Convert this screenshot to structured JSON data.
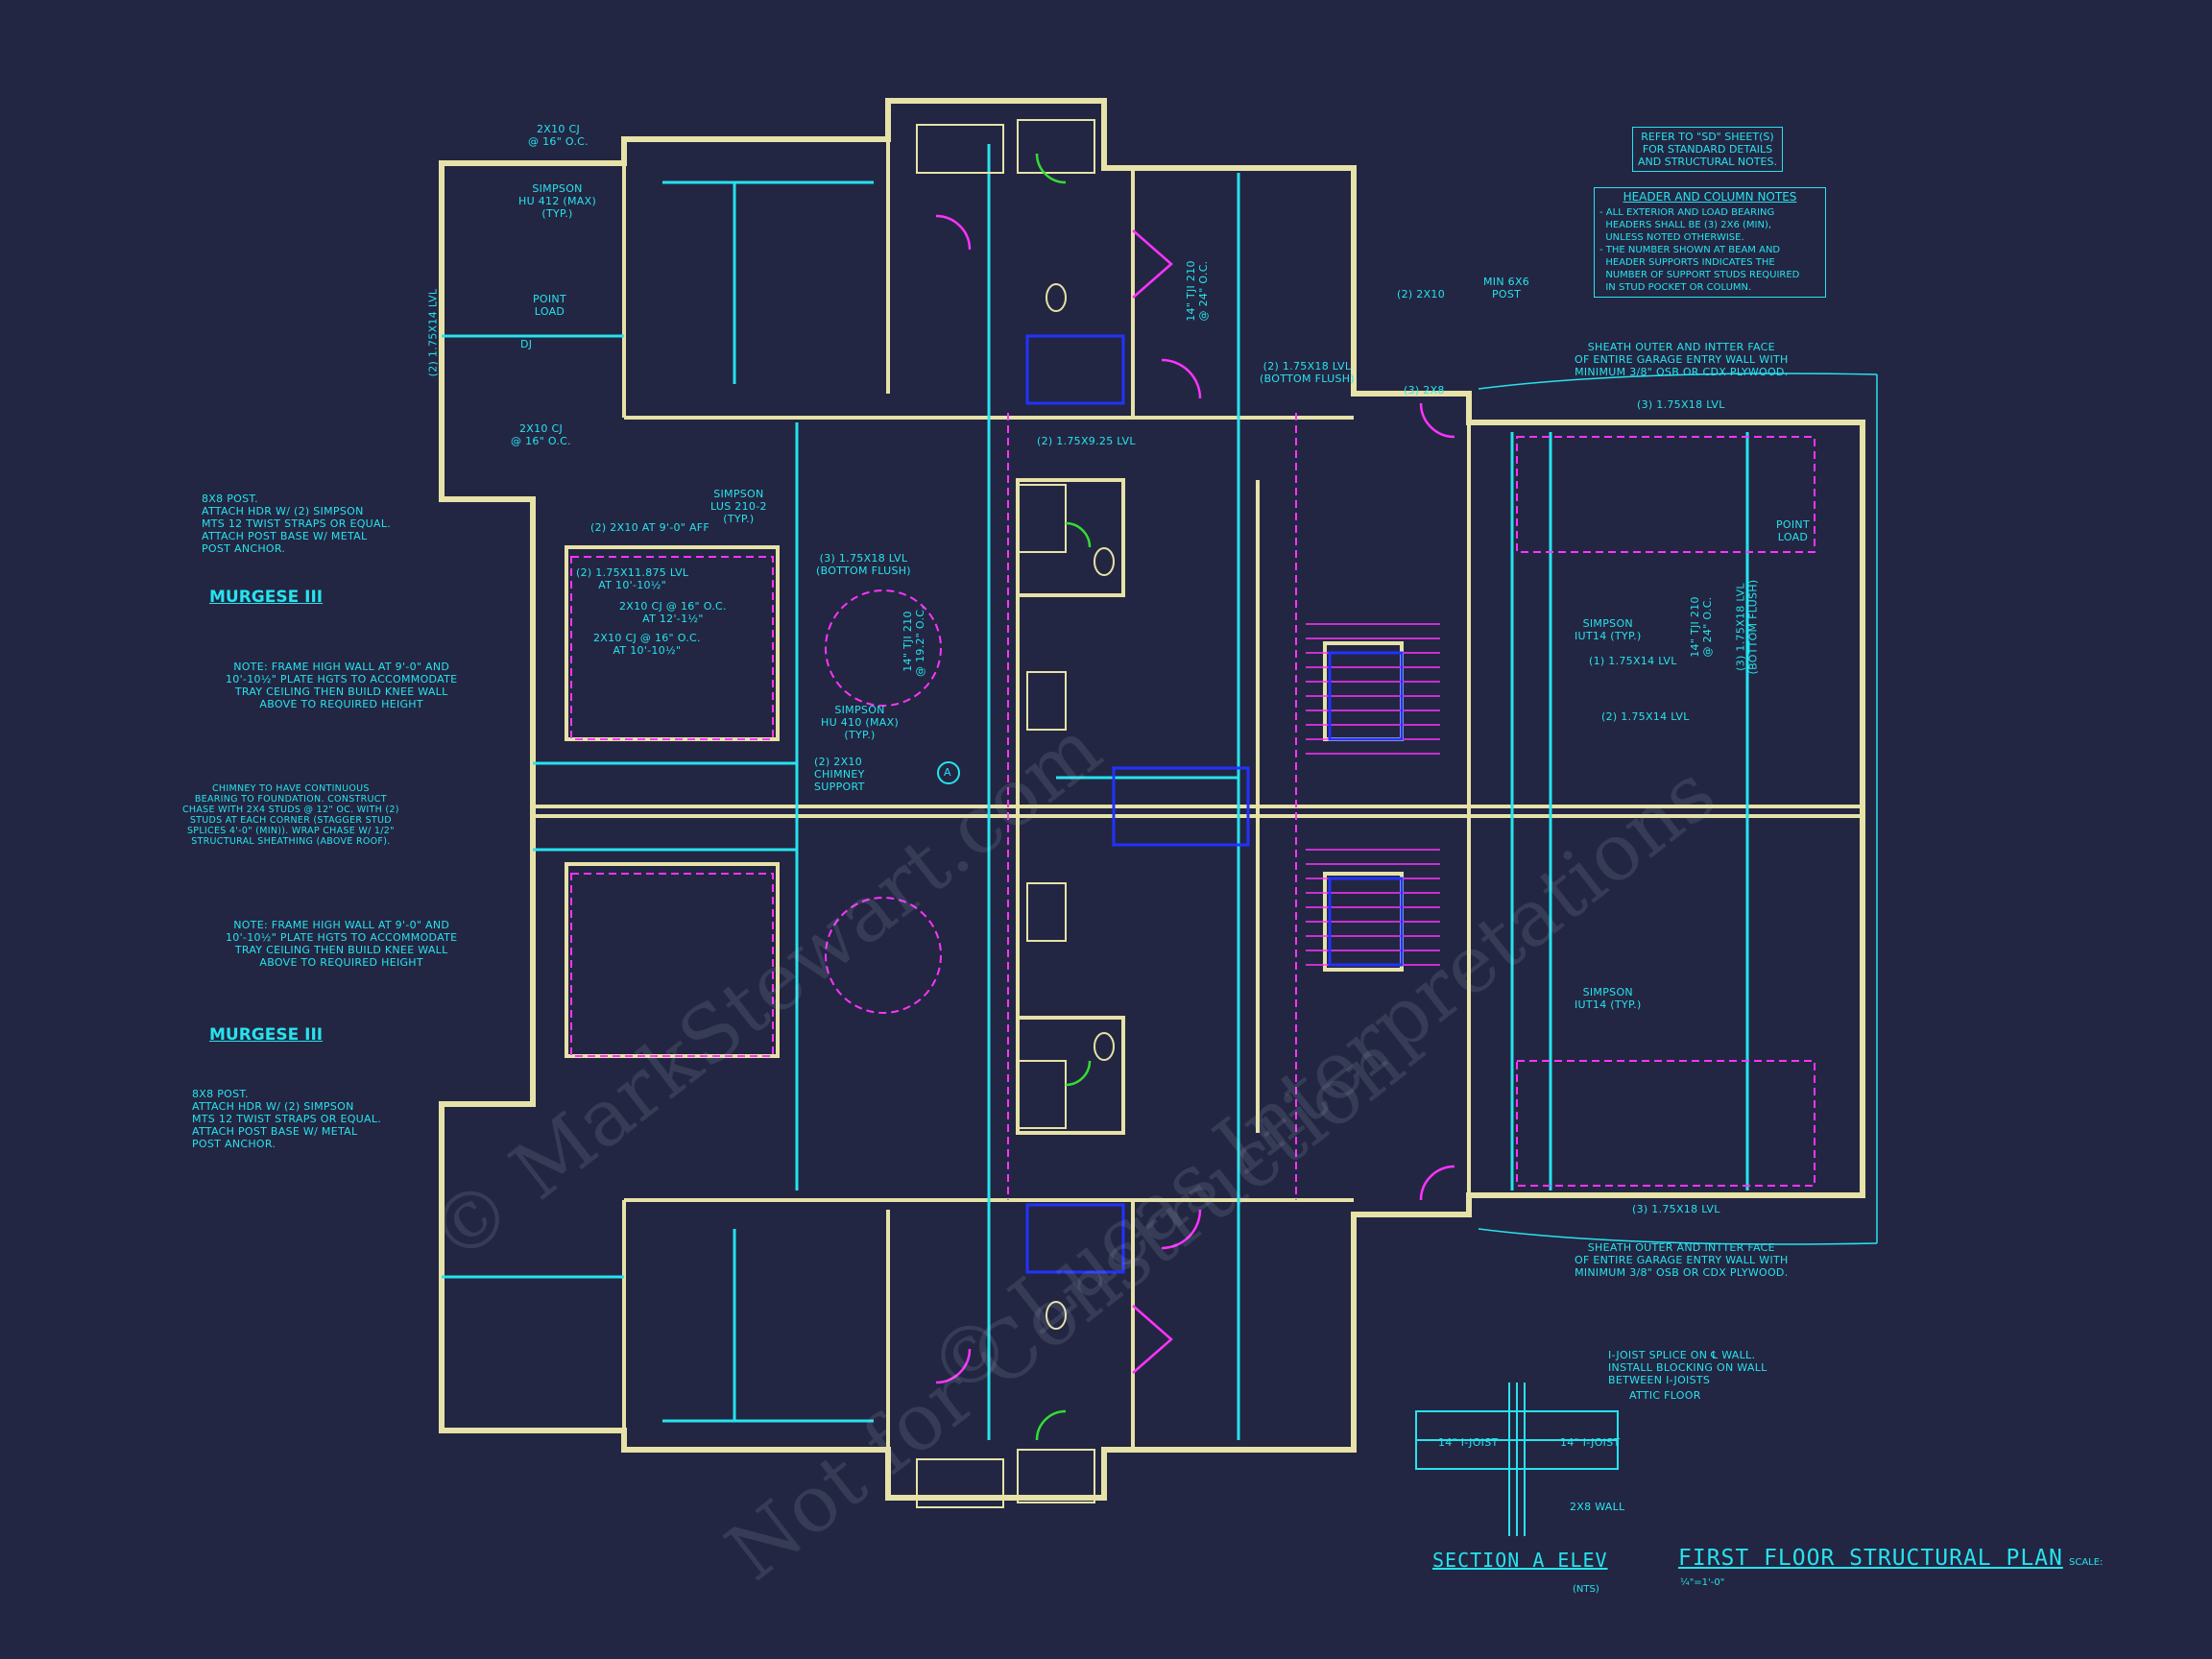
{
  "labels": {
    "unit_name_1": "MURGESE III",
    "unit_name_2": "MURGESE III",
    "drawing_title": "FIRST FLOOR STRUCTURAL PLAN",
    "scale_label": "SCALE:",
    "scale_value": "¼\"=1'-0\"",
    "section_title": "SECTION A ELEV",
    "section_scale": "(NTS)"
  },
  "notes": {
    "refer_sd": "REFER TO \"SD\" SHEET(S)\nFOR STANDARD DETAILS\nAND STRUCTURAL NOTES.",
    "header_title": "HEADER AND COLUMN NOTES",
    "header_body": "- ALL EXTERIOR AND LOAD BEARING\n  HEADERS SHALL BE (3) 2x6 (MIN),\n  UNLESS NOTED OTHERWISE.\n- THE NUMBER SHOWN AT BEAM AND\n  HEADER SUPPORTS INDICATES THE\n  NUMBER OF SUPPORT STUDS REQUIRED\n  IN STUD POCKET OR COLUMN.",
    "sheath_top": "SHEATH OUTER AND INTTER FACE\nOF ENTIRE GARAGE ENTRY WALL WITH\nMINIMUM 3/8\" OSB OR CDX PLYWOOD.",
    "sheath_bottom": "SHEATH OUTER AND INTTER FACE\nOF ENTIRE GARAGE ENTRY WALL WITH\nMINIMUM 3/8\" OSB OR CDX PLYWOOD.",
    "post_top": "8x8 POST.\nATTACH HDR w/ (2) SIMPSON\nMTS 12 TWIST STRAPS OR EQUAL.\nATTACH POST BASE w/ METAL\nPOST ANCHOR.",
    "post_bottom": "8x8 POST.\nATTACH HDR w/ (2) SIMPSON\nMTS 12 TWIST STRAPS OR EQUAL.\nATTACH POST BASE w/ METAL\nPOST ANCHOR.",
    "frame_top": "NOTE: FRAME HIGH WALL AT 9'-0\" AND\n10'-10½\" PLATE HGTS TO ACCOMMODATE\nTRAY CEILING THEN BUILD KNEE WALL\nABOVE TO REQUIRED HEIGHT",
    "frame_bottom": "NOTE: FRAME HIGH WALL AT 9'-0\" AND\n10'-10½\" PLATE HGTS TO ACCOMMODATE\nTRAY CEILING THEN BUILD KNEE WALL\nABOVE TO REQUIRED HEIGHT",
    "chimney": "CHIMNEY TO HAVE CONTINUOUS\nBEARING TO FOUNDATION. CONSTRUCT\nCHASE WITH 2x4 STUDS @ 12\" OC. WITH (2)\nSTUDS AT EACH CORNER (STAGGER STUD\nSPLICES 4'-0\" (MIN)). WRAP CHASE W/ 1/2\"\nSTRUCTURAL SHEATHING (ABOVE ROOF).",
    "joist_splice": "I-JOIST SPLICE ON ℄ WALL.\nINSTALL BLOCKING ON WALL\nBETWEEN I-JOISTS",
    "attic_floor": "ATTIC FLOOR",
    "wall_2x8": "2x8 WALL",
    "ijoist_left": "14\" I-JOIST",
    "ijoist_right": "14\" I-JOIST"
  },
  "callouts": {
    "cj_top": "2x10 CJ\n@ 16\" O.C.",
    "simpson_hu412_top": "SIMPSON\nHU 412 (MAX)\n(TYP.)",
    "point_load_1": "POINT\nLOAD",
    "dj_top": "DJ",
    "cj_mid_top": "2x10 CJ\n@ 16\" O.C.",
    "lvl_1_75x14": "(2) 1.75x14 LVL",
    "simpson_lus_top": "SIMPSON\nLUS 210-2\n(TYP.)",
    "aff_top": "(2) 2x10 AT 9'-0\" AFF",
    "lvl_11875_top": "(2) 1.75x11.875 LVL\nAT 10'-10½\"",
    "cj_tray_top": "2x10 CJ @ 16\" O.C.\nAT 12'-1½\"",
    "cj_tray_top2": "2x10 CJ @ 16\" O.C.\nAT 10'-10½\"",
    "lvl_9_25": "(3) 1.75x18 LVL\n(BOTTOM FLUSH)",
    "simpson_hu410": "SIMPSON\nHU 410 (MAX)\n(TYP.)",
    "chimney_support": "(2) 2x10\nCHIMNEY\nSUPPORT",
    "tji_top": "14\" TJI 210\n@ 19.2\" O.C.",
    "tji_right": "14\" TJI 210\n@ 24\" O.C.",
    "lvl_bottom_flush": "(2) 1.75x18 LVL\n(BOTTOM FLUSH)",
    "lvl_9_25_b": "(2) 1.75x9.25 LVL",
    "min_post": "MIN 6x6\nPOST",
    "two_2x10": "(2) 2x10",
    "three_2x8": "(3) 2x8",
    "lvl_18_top": "(3) 1.75x18 LVL",
    "lvl_18_bottom": "(3) 1.75x18 LVL",
    "simpson_iut14_top": "SIMPSON\nIUT14 (TYP.)",
    "lvl_14_r": "(1) 1.75x14 LVL",
    "lvl_14_r2": "(2) 1.75x14 LVL",
    "tji_garage": "14\" TJI 210\n@ 24\" O.C.",
    "lvl_garage": "(3) 1.75x18 LVL\n(BOTTOM FLUSH)",
    "point_load_gar": "POINT\nLOAD",
    "simpson_iut14_bot": "SIMPSON\nIUT14 (TYP.)",
    "grid_a": "A"
  },
  "watermark": {
    "line1": "© MarkStewart.com",
    "line2": "Not for Construction",
    "line3": "© Lucas Interpretations"
  },
  "colors": {
    "background": "#232642",
    "cyan": "#26e3ee",
    "wall": "#e6e2a8",
    "magenta": "#ff33ff",
    "blue": "#2233ff",
    "green": "#33dd33"
  }
}
